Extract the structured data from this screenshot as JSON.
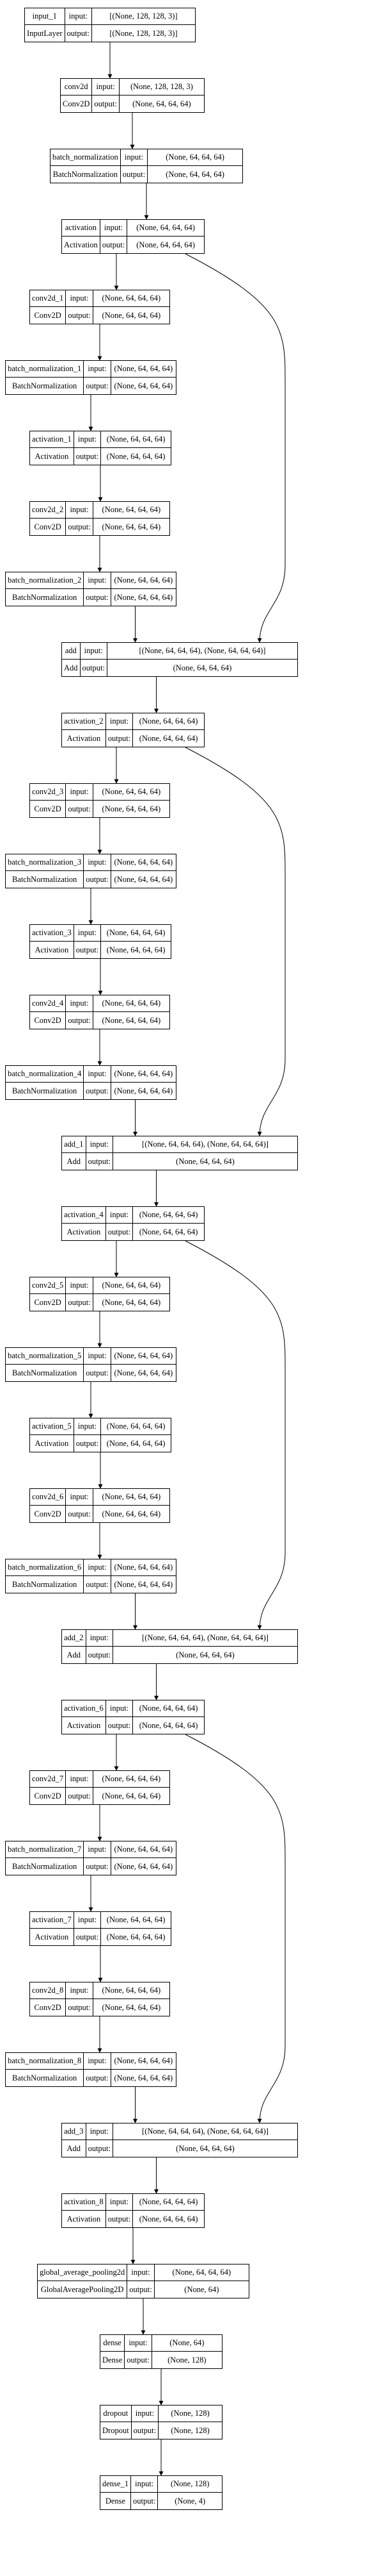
{
  "nodes": [
    {
      "id": "input_1",
      "name": "input_1",
      "type": "InputLayer",
      "input_label": "input:",
      "output_label": "output:",
      "input": "[(None, 128, 128, 3)]",
      "output": "[(None, 128, 128, 3)]"
    },
    {
      "id": "conv2d",
      "name": "conv2d",
      "type": "Conv2D",
      "input_label": "input:",
      "output_label": "output:",
      "input": "(None, 128, 128, 3)",
      "output": "(None, 64, 64, 64)"
    },
    {
      "id": "batch_normalization",
      "name": "batch_normalization",
      "type": "BatchNormalization",
      "input_label": "input:",
      "output_label": "output:",
      "input": "(None, 64, 64, 64)",
      "output": "(None, 64, 64, 64)"
    },
    {
      "id": "activation",
      "name": "activation",
      "type": "Activation",
      "input_label": "input:",
      "output_label": "output:",
      "input": "(None, 64, 64, 64)",
      "output": "(None, 64, 64, 64)"
    },
    {
      "id": "conv2d_1",
      "name": "conv2d_1",
      "type": "Conv2D",
      "input_label": "input:",
      "output_label": "output:",
      "input": "(None, 64, 64, 64)",
      "output": "(None, 64, 64, 64)"
    },
    {
      "id": "batch_normalization_1",
      "name": "batch_normalization_1",
      "type": "BatchNormalization",
      "input_label": "input:",
      "output_label": "output:",
      "input": "(None, 64, 64, 64)",
      "output": "(None, 64, 64, 64)"
    },
    {
      "id": "activation_1",
      "name": "activation_1",
      "type": "Activation",
      "input_label": "input:",
      "output_label": "output:",
      "input": "(None, 64, 64, 64)",
      "output": "(None, 64, 64, 64)"
    },
    {
      "id": "conv2d_2",
      "name": "conv2d_2",
      "type": "Conv2D",
      "input_label": "input:",
      "output_label": "output:",
      "input": "(None, 64, 64, 64)",
      "output": "(None, 64, 64, 64)"
    },
    {
      "id": "batch_normalization_2",
      "name": "batch_normalization_2",
      "type": "BatchNormalization",
      "input_label": "input:",
      "output_label": "output:",
      "input": "(None, 64, 64, 64)",
      "output": "(None, 64, 64, 64)"
    },
    {
      "id": "add",
      "name": "add",
      "type": "Add",
      "input_label": "input:",
      "output_label": "output:",
      "input": "[(None, 64, 64, 64), (None, 64, 64, 64)]",
      "output": "(None, 64, 64, 64)"
    },
    {
      "id": "activation_2",
      "name": "activation_2",
      "type": "Activation",
      "input_label": "input:",
      "output_label": "output:",
      "input": "(None, 64, 64, 64)",
      "output": "(None, 64, 64, 64)"
    },
    {
      "id": "conv2d_3",
      "name": "conv2d_3",
      "type": "Conv2D",
      "input_label": "input:",
      "output_label": "output:",
      "input": "(None, 64, 64, 64)",
      "output": "(None, 64, 64, 64)"
    },
    {
      "id": "batch_normalization_3",
      "name": "batch_normalization_3",
      "type": "BatchNormalization",
      "input_label": "input:",
      "output_label": "output:",
      "input": "(None, 64, 64, 64)",
      "output": "(None, 64, 64, 64)"
    },
    {
      "id": "activation_3",
      "name": "activation_3",
      "type": "Activation",
      "input_label": "input:",
      "output_label": "output:",
      "input": "(None, 64, 64, 64)",
      "output": "(None, 64, 64, 64)"
    },
    {
      "id": "conv2d_4",
      "name": "conv2d_4",
      "type": "Conv2D",
      "input_label": "input:",
      "output_label": "output:",
      "input": "(None, 64, 64, 64)",
      "output": "(None, 64, 64, 64)"
    },
    {
      "id": "batch_normalization_4",
      "name": "batch_normalization_4",
      "type": "BatchNormalization",
      "input_label": "input:",
      "output_label": "output:",
      "input": "(None, 64, 64, 64)",
      "output": "(None, 64, 64, 64)"
    },
    {
      "id": "add_1",
      "name": "add_1",
      "type": "Add",
      "input_label": "input:",
      "output_label": "output:",
      "input": "[(None, 64, 64, 64), (None, 64, 64, 64)]",
      "output": "(None, 64, 64, 64)"
    },
    {
      "id": "activation_4",
      "name": "activation_4",
      "type": "Activation",
      "input_label": "input:",
      "output_label": "output:",
      "input": "(None, 64, 64, 64)",
      "output": "(None, 64, 64, 64)"
    },
    {
      "id": "conv2d_5",
      "name": "conv2d_5",
      "type": "Conv2D",
      "input_label": "input:",
      "output_label": "output:",
      "input": "(None, 64, 64, 64)",
      "output": "(None, 64, 64, 64)"
    },
    {
      "id": "batch_normalization_5",
      "name": "batch_normalization_5",
      "type": "BatchNormalization",
      "input_label": "input:",
      "output_label": "output:",
      "input": "(None, 64, 64, 64)",
      "output": "(None, 64, 64, 64)"
    },
    {
      "id": "activation_5",
      "name": "activation_5",
      "type": "Activation",
      "input_label": "input:",
      "output_label": "output:",
      "input": "(None, 64, 64, 64)",
      "output": "(None, 64, 64, 64)"
    },
    {
      "id": "conv2d_6",
      "name": "conv2d_6",
      "type": "Conv2D",
      "input_label": "input:",
      "output_label": "output:",
      "input": "(None, 64, 64, 64)",
      "output": "(None, 64, 64, 64)"
    },
    {
      "id": "batch_normalization_6",
      "name": "batch_normalization_6",
      "type": "BatchNormalization",
      "input_label": "input:",
      "output_label": "output:",
      "input": "(None, 64, 64, 64)",
      "output": "(None, 64, 64, 64)"
    },
    {
      "id": "add_2",
      "name": "add_2",
      "type": "Add",
      "input_label": "input:",
      "output_label": "output:",
      "input": "[(None, 64, 64, 64), (None, 64, 64, 64)]",
      "output": "(None, 64, 64, 64)"
    },
    {
      "id": "activation_6",
      "name": "activation_6",
      "type": "Activation",
      "input_label": "input:",
      "output_label": "output:",
      "input": "(None, 64, 64, 64)",
      "output": "(None, 64, 64, 64)"
    },
    {
      "id": "conv2d_7",
      "name": "conv2d_7",
      "type": "Conv2D",
      "input_label": "input:",
      "output_label": "output:",
      "input": "(None, 64, 64, 64)",
      "output": "(None, 64, 64, 64)"
    },
    {
      "id": "batch_normalization_7",
      "name": "batch_normalization_7",
      "type": "BatchNormalization",
      "input_label": "input:",
      "output_label": "output:",
      "input": "(None, 64, 64, 64)",
      "output": "(None, 64, 64, 64)"
    },
    {
      "id": "activation_7",
      "name": "activation_7",
      "type": "Activation",
      "input_label": "input:",
      "output_label": "output:",
      "input": "(None, 64, 64, 64)",
      "output": "(None, 64, 64, 64)"
    },
    {
      "id": "conv2d_8",
      "name": "conv2d_8",
      "type": "Conv2D",
      "input_label": "input:",
      "output_label": "output:",
      "input": "(None, 64, 64, 64)",
      "output": "(None, 64, 64, 64)"
    },
    {
      "id": "batch_normalization_8",
      "name": "batch_normalization_8",
      "type": "BatchNormalization",
      "input_label": "input:",
      "output_label": "output:",
      "input": "(None, 64, 64, 64)",
      "output": "(None, 64, 64, 64)"
    },
    {
      "id": "add_3",
      "name": "add_3",
      "type": "Add",
      "input_label": "input:",
      "output_label": "output:",
      "input": "[(None, 64, 64, 64), (None, 64, 64, 64)]",
      "output": "(None, 64, 64, 64)"
    },
    {
      "id": "activation_8",
      "name": "activation_8",
      "type": "Activation",
      "input_label": "input:",
      "output_label": "output:",
      "input": "(None, 64, 64, 64)",
      "output": "(None, 64, 64, 64)"
    },
    {
      "id": "global_average_pooling2d",
      "name": "global_average_pooling2d",
      "type": "GlobalAveragePooling2D",
      "input_label": "input:",
      "output_label": "output:",
      "input": "(None, 64, 64, 64)",
      "output": "(None, 64)"
    },
    {
      "id": "dense",
      "name": "dense",
      "type": "Dense",
      "input_label": "input:",
      "output_label": "output:",
      "input": "(None, 64)",
      "output": "(None, 128)"
    },
    {
      "id": "dropout",
      "name": "dropout",
      "type": "Dropout",
      "input_label": "input:",
      "output_label": "output:",
      "input": "(None, 128)",
      "output": "(None, 128)"
    },
    {
      "id": "dense_1",
      "name": "dense_1",
      "type": "Dense",
      "input_label": "input:",
      "output_label": "output:",
      "input": "(None, 128)",
      "output": "(None, 4)"
    }
  ],
  "edges": [
    [
      "input_1",
      "conv2d"
    ],
    [
      "conv2d",
      "batch_normalization"
    ],
    [
      "batch_normalization",
      "activation"
    ],
    [
      "activation",
      "conv2d_1"
    ],
    [
      "conv2d_1",
      "batch_normalization_1"
    ],
    [
      "batch_normalization_1",
      "activation_1"
    ],
    [
      "activation_1",
      "conv2d_2"
    ],
    [
      "conv2d_2",
      "batch_normalization_2"
    ],
    [
      "batch_normalization_2",
      "add"
    ],
    [
      "activation",
      "add"
    ],
    [
      "add",
      "activation_2"
    ],
    [
      "activation_2",
      "conv2d_3"
    ],
    [
      "conv2d_3",
      "batch_normalization_3"
    ],
    [
      "batch_normalization_3",
      "activation_3"
    ],
    [
      "activation_3",
      "conv2d_4"
    ],
    [
      "conv2d_4",
      "batch_normalization_4"
    ],
    [
      "batch_normalization_4",
      "add_1"
    ],
    [
      "activation_2",
      "add_1"
    ],
    [
      "add_1",
      "activation_4"
    ],
    [
      "activation_4",
      "conv2d_5"
    ],
    [
      "conv2d_5",
      "batch_normalization_5"
    ],
    [
      "batch_normalization_5",
      "activation_5"
    ],
    [
      "activation_5",
      "conv2d_6"
    ],
    [
      "conv2d_6",
      "batch_normalization_6"
    ],
    [
      "batch_normalization_6",
      "add_2"
    ],
    [
      "activation_4",
      "add_2"
    ],
    [
      "add_2",
      "activation_6"
    ],
    [
      "activation_6",
      "conv2d_7"
    ],
    [
      "conv2d_7",
      "batch_normalization_7"
    ],
    [
      "batch_normalization_7",
      "activation_7"
    ],
    [
      "activation_7",
      "conv2d_8"
    ],
    [
      "conv2d_8",
      "batch_normalization_8"
    ],
    [
      "batch_normalization_8",
      "add_3"
    ],
    [
      "activation_6",
      "add_3"
    ],
    [
      "add_3",
      "activation_8"
    ],
    [
      "activation_8",
      "global_average_pooling2d"
    ],
    [
      "global_average_pooling2d",
      "dense"
    ],
    [
      "dense",
      "dropout"
    ],
    [
      "dropout",
      "dense_1"
    ]
  ]
}
